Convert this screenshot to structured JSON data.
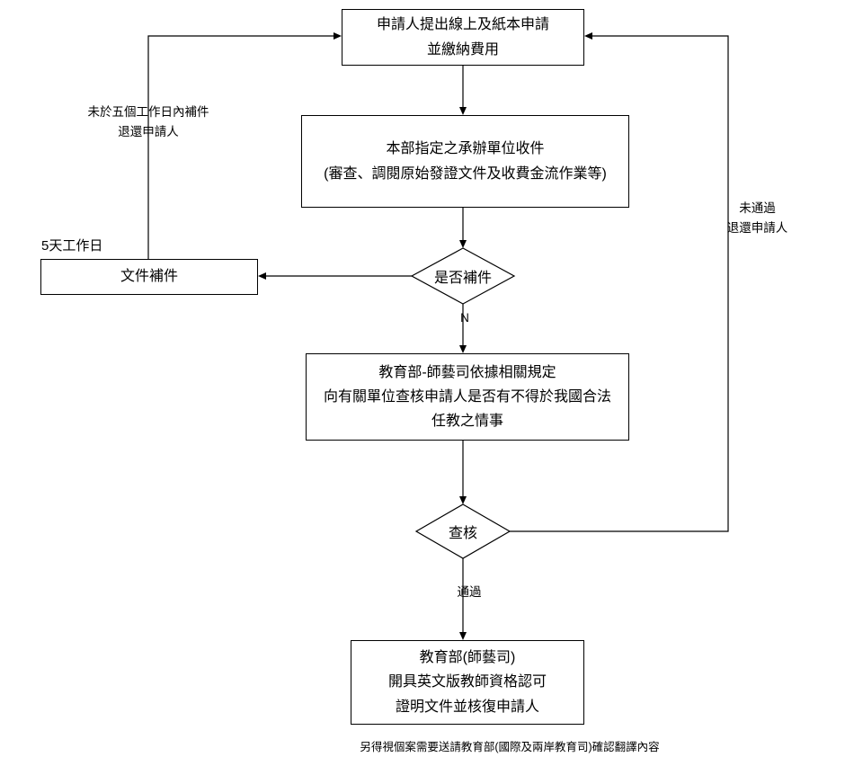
{
  "diagram": {
    "title": "teacher-certificate-english-version-application-flowchart",
    "nodes": {
      "apply": "申請人提出線上及紙本申請\n並繳納費用",
      "receive": "本部指定之承辦單位收件\n(審查、調閱原始發證文件及收費金流作業等)",
      "decision_supplement": "是否補件",
      "supplement": "文件補件",
      "verify": "教育部-師藝司依據相關規定\n向有關單位查核申請人是否有不得於我國合法\n任教之情事",
      "decision_check": "查核",
      "issue": "教育部(師藝司)\n開具英文版教師資格認可\n證明文件並核復申請人"
    },
    "labels": {
      "five_working_days": "5天工作日",
      "no_supplement_return": "未於五個工作日內補件\n退還申請人",
      "not_passed_return": "未通過\n退還申請人",
      "no": "N",
      "passed": "通過"
    },
    "footnote": "另得視個案需要送請教育部(國際及兩岸教育司)確認翻譯內容",
    "colors": {
      "line": "#000000",
      "text": "#000000",
      "background": "#ffffff"
    }
  }
}
